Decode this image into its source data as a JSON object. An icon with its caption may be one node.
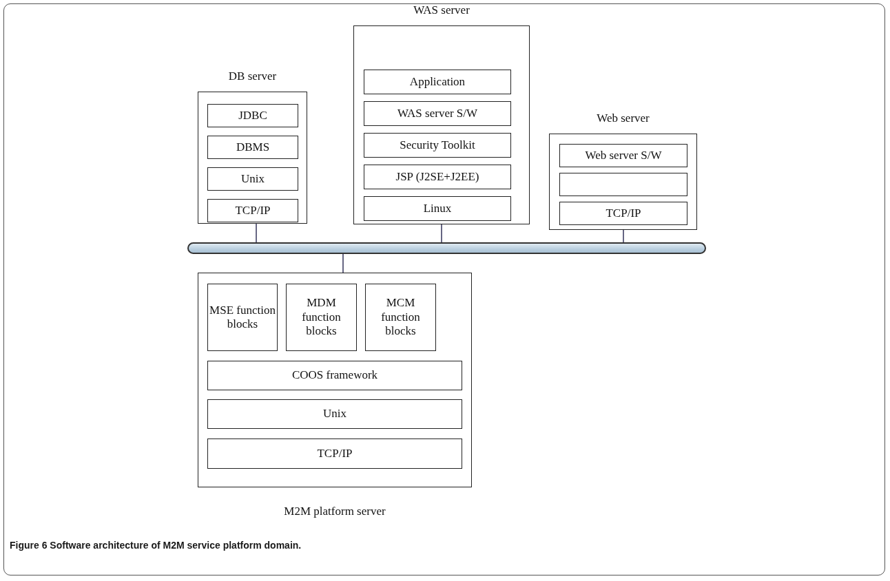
{
  "diagram": {
    "caption": "Figure 6 Software architecture of M2M service platform domain.",
    "nodes": [
      {
        "text": [
          "DB server"
        ]
      },
      {
        "text": [
          "JDBC"
        ],
        "in": 0
      },
      {
        "text": [
          "DBMS"
        ],
        "in": 0
      },
      {
        "text": [
          "Unix"
        ],
        "in": 0
      },
      {
        "text": [
          "TCP/IP"
        ],
        "in": 0
      },
      {
        "text": [
          "WAS server"
        ]
      },
      {
        "text": [
          "Application"
        ],
        "in": 5
      },
      {
        "text": [
          "WAS server S/W"
        ],
        "in": 5
      },
      {
        "text": [
          "Security Toolkit"
        ],
        "in": 5
      },
      {
        "text": [
          "JSP (J2SE+J2EE)"
        ],
        "in": 5
      },
      {
        "text": [
          "Linux"
        ],
        "in": 5
      },
      {
        "text": [
          "Web server"
        ]
      },
      {
        "text": [
          "Web server S/W"
        ],
        "in": 11
      },
      {
        "text": [],
        "shape": "box",
        "in": 11
      },
      {
        "text": [
          "TCP/IP"
        ],
        "in": 11
      },
      {
        "text": [],
        "shape": "bar"
      },
      {
        "text": [
          "M2M platform server"
        ]
      },
      {
        "text": [
          "MSE function blocks"
        ],
        "in": 16
      },
      {
        "text": [
          "MDM function blocks"
        ],
        "in": 16
      },
      {
        "text": [
          "MCM function blocks"
        ],
        "in": 16
      },
      {
        "text": [
          "COOS framework"
        ],
        "in": 16
      },
      {
        "text": [
          "Unix"
        ],
        "in": 16
      },
      {
        "text": [
          "TCP/IP"
        ],
        "in": 16
      }
    ],
    "edges": [
      {
        "from": 0,
        "to": 15,
        "arrow": "none"
      },
      {
        "from": 5,
        "to": 15,
        "arrow": "none"
      },
      {
        "from": 11,
        "to": 15,
        "arrow": "none"
      },
      {
        "from": 15,
        "to": 16,
        "arrow": "none"
      }
    ]
  }
}
